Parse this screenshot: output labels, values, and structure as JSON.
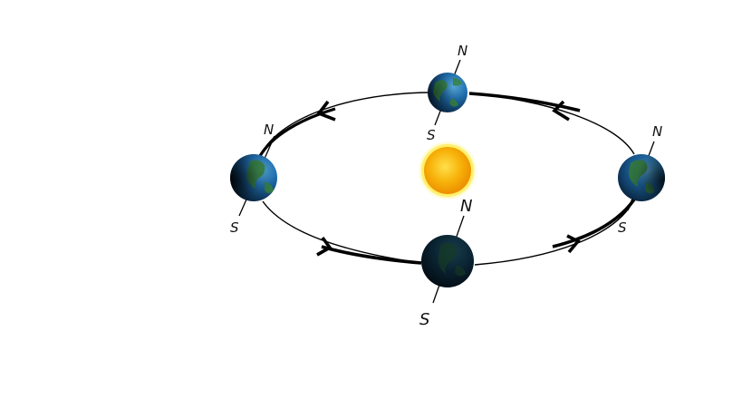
{
  "colors": {
    "background": "#ffffff",
    "orbit": "#000000",
    "sun_core": "#f5a200",
    "sun_glow": "#ffe066",
    "ocean": "#1f6fb0",
    "land": "#3c8a3a",
    "shadow": "#000814"
  },
  "diagram": {
    "type": "earth-orbit",
    "orbit_direction": "counterclockwise",
    "sun": {
      "icon": "sun-icon"
    },
    "earths": [
      {
        "id": "left",
        "north_label": "N",
        "south_label": "S",
        "icon": "earth-icon"
      },
      {
        "id": "top",
        "north_label": "N",
        "south_label": "S",
        "icon": "earth-icon"
      },
      {
        "id": "right",
        "north_label": "N",
        "south_label": "S",
        "icon": "earth-icon"
      },
      {
        "id": "bottom",
        "north_label": "N",
        "south_label": "S",
        "icon": "earth-icon"
      }
    ]
  }
}
